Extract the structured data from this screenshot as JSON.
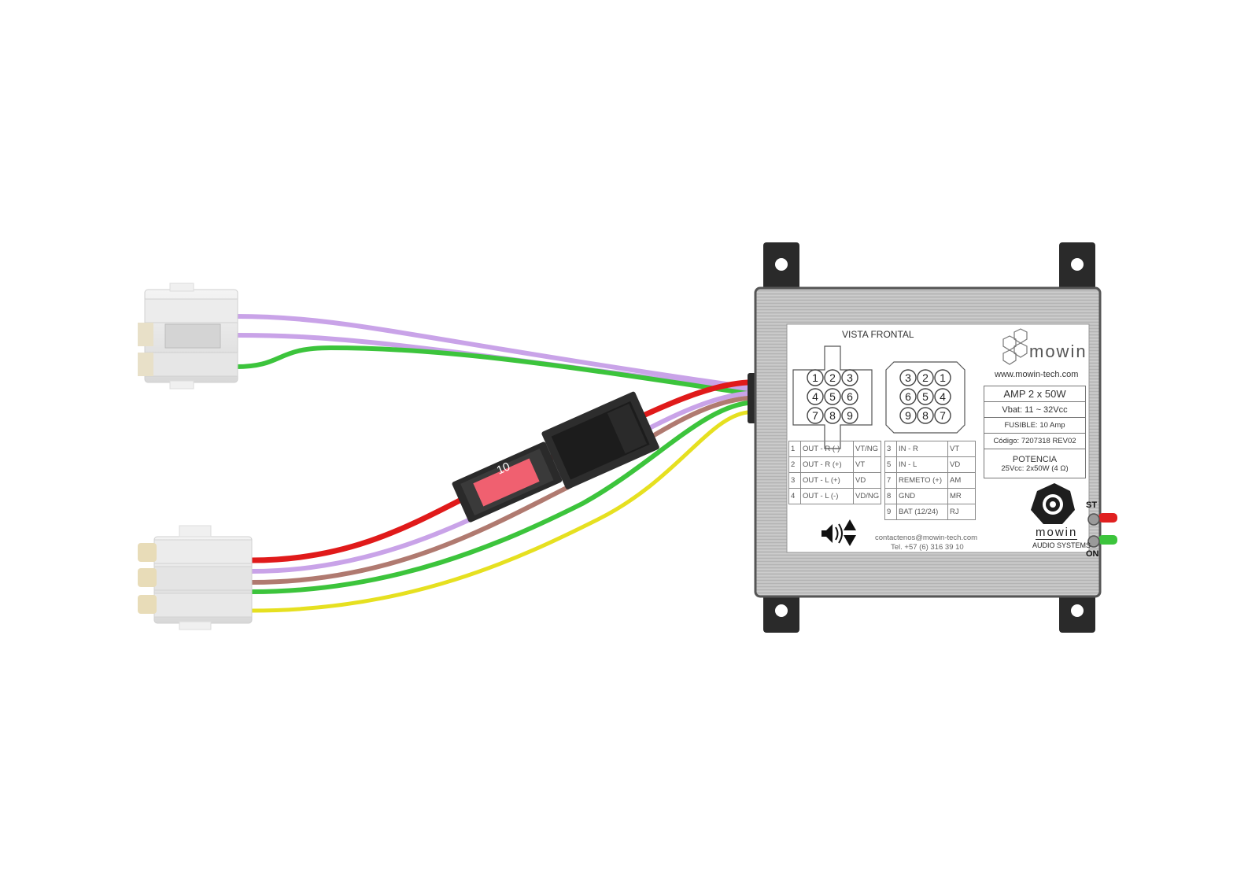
{
  "device": {
    "view_title": "VISTA FRONTAL",
    "brand": "mowin",
    "website": "www.mowin-tech.com",
    "specs": [
      "AMP 2 x 50W",
      "Vbat: 11 ~ 32Vcc",
      "FUSIBLE: 10 Amp",
      "Código: 7207318 REV02"
    ],
    "power_title": "POTENCIA",
    "power_value": "25Vcc: 2x50W  (4 Ω)",
    "pin_table_left": [
      {
        "n": "1",
        "label": "OUT - R (-)",
        "color": "VT/NG"
      },
      {
        "n": "2",
        "label": "OUT - R (+)",
        "color": "VT"
      },
      {
        "n": "3",
        "label": "OUT - L (+)",
        "color": "VD"
      },
      {
        "n": "4",
        "label": "OUT - L (-)",
        "color": "VD/NG"
      }
    ],
    "pin_table_right": [
      {
        "n": "3",
        "label": "IN - R",
        "color": "VT"
      },
      {
        "n": "5",
        "label": "IN - L",
        "color": "VD"
      },
      {
        "n": "7",
        "label": "REMETO (+)",
        "color": "AM"
      },
      {
        "n": "8",
        "label": "GND",
        "color": "MR"
      },
      {
        "n": "9",
        "label": "BAT (12/24)",
        "color": "RJ"
      }
    ],
    "connector_left_pins": [
      "1",
      "2",
      "3",
      "4",
      "5",
      "6",
      "7",
      "8",
      "9"
    ],
    "connector_right_pins": [
      "3",
      "2",
      "1",
      "6",
      "5",
      "4",
      "9",
      "8",
      "7"
    ],
    "contact_email": "contactenos@mowin-tech.com",
    "contact_phone": "Tel. +57 (6) 316 39 10",
    "audio_brand": "mowin",
    "audio_systems": "AUDIO SYSTEMS",
    "led_st": "ST",
    "led_on": "ON"
  },
  "fuse": {
    "rating": "10"
  },
  "colors": {
    "purple": "#c9a3e8",
    "green": "#3cc43c",
    "red": "#e01a1a",
    "yellow": "#e6e020",
    "brown": "#b07a70",
    "fuse": "#f06070",
    "housing": "#2a2a2a"
  }
}
